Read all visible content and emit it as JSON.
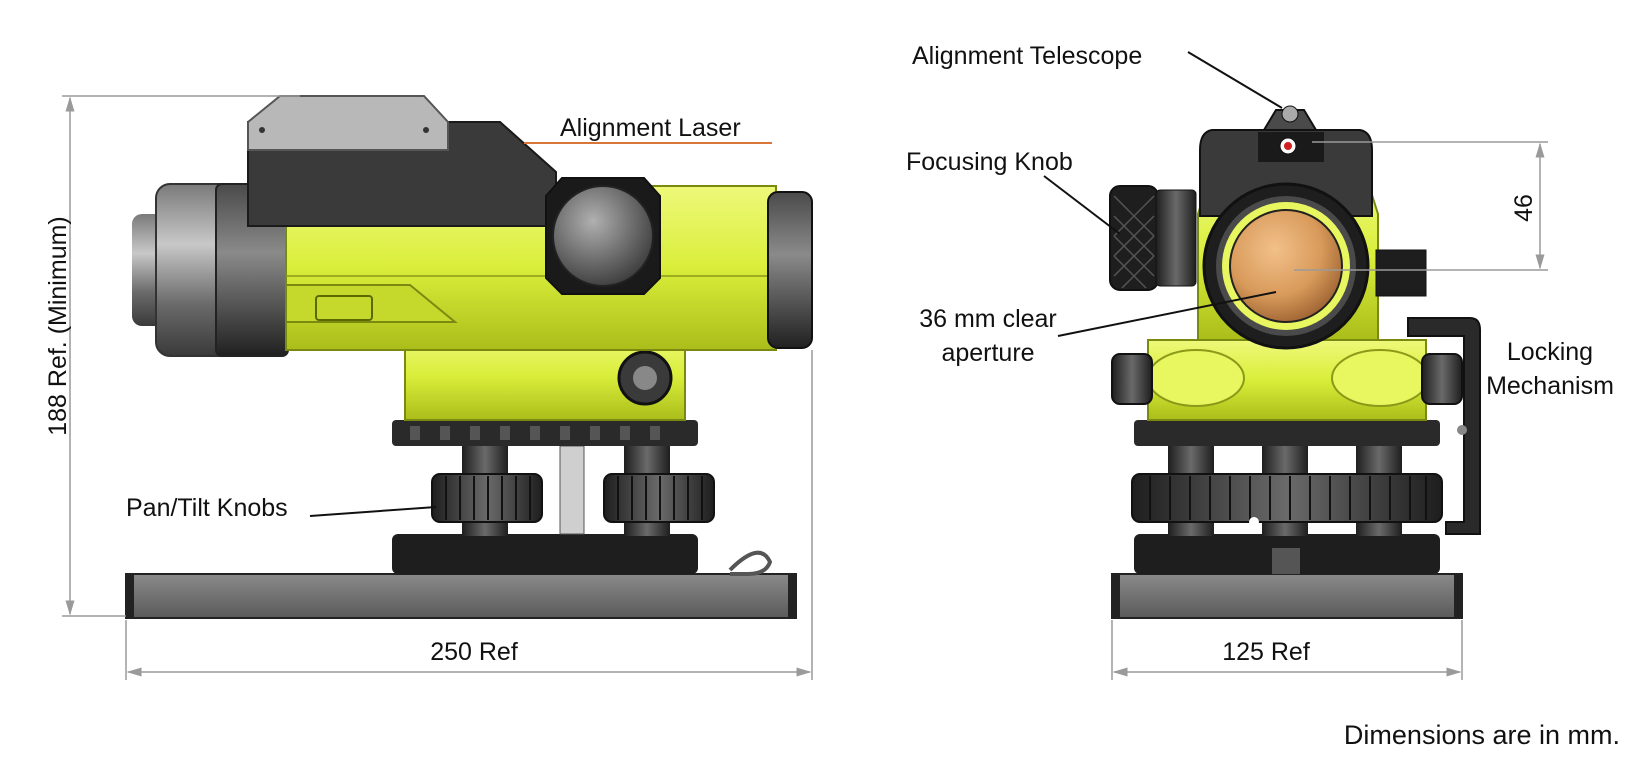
{
  "labels": {
    "alignment_laser": "Alignment Laser",
    "pan_tilt_knobs": "Pan/Tilt Knobs",
    "alignment_telescope": "Alignment Telescope",
    "focusing_knob": "Focusing Knob",
    "clear_aperture_line1": "36 mm clear",
    "clear_aperture_line2": "aperture",
    "locking_line1": "Locking",
    "locking_line2": "Mechanism"
  },
  "dimensions": {
    "height": "188 Ref. (Minimum)",
    "side_width": "250 Ref",
    "front_width": "125 Ref",
    "telescope_offset": "46"
  },
  "note": "Dimensions are in mm.",
  "colors": {
    "body_yellow": "#d9ee3a",
    "dark_gray": "#3a3a3a",
    "laser_line": "#d9773a",
    "lens_orange": "#d89a5a",
    "dimension_line": "#9a9a9a"
  }
}
